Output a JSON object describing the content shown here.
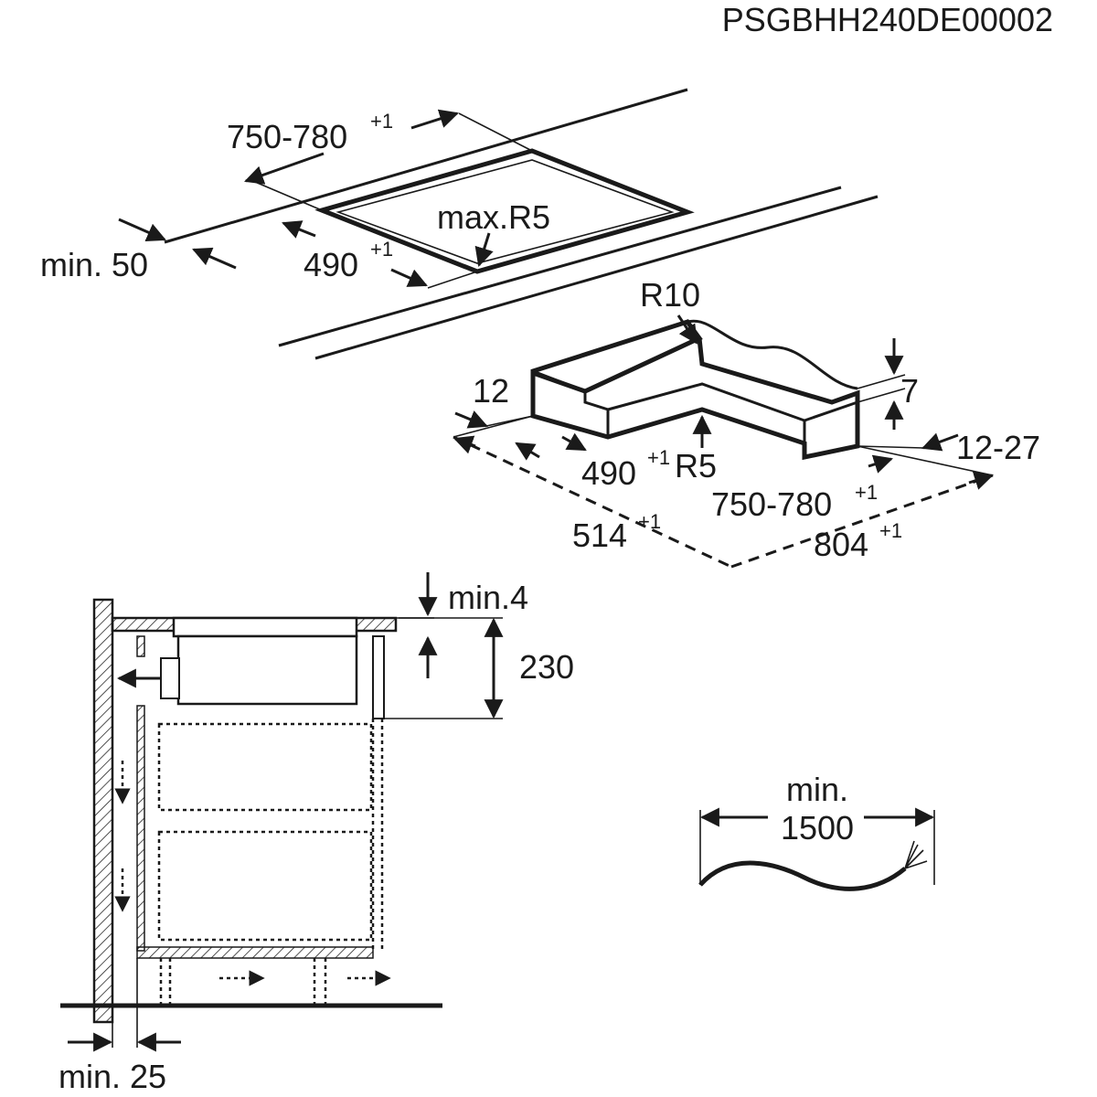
{
  "doc_code": "PSGBHH240DE00002",
  "cutout": {
    "width": "750-780",
    "width_tol": "+1",
    "depth": "490",
    "depth_tol": "+1",
    "radius": "max.R5",
    "edge_min": "min. 50"
  },
  "frame": {
    "r10": "R10",
    "thick_12": "12",
    "thick_7": "7",
    "range_12_27": "12-27",
    "depth": "490",
    "depth_tol": "+1",
    "r5": "R5",
    "width": "750-780",
    "width_tol": "+1",
    "depth_outer": "514",
    "depth_outer_tol": "+1",
    "width_outer": "804",
    "width_outer_tol": "+1"
  },
  "section": {
    "min_gap": "min.4",
    "height": "230",
    "rear_gap": "min. 25"
  },
  "cable": {
    "min_label": "min.",
    "length": "1500"
  }
}
